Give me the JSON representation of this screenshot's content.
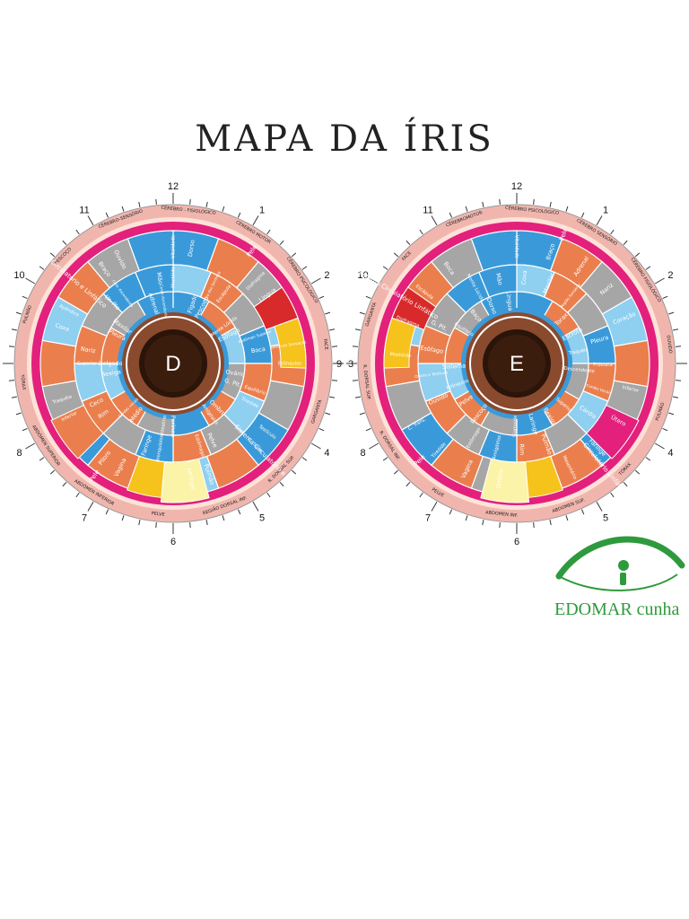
{
  "title": "MAPA DA ÍRIS",
  "colors": {
    "outer_ring": "#f0b6ae",
    "magenta": "#e3207c",
    "blue": "#3a9ad9",
    "light_blue": "#8fcff0",
    "orange": "#ea7f4d",
    "gray": "#a6a6a6",
    "brown": "#8a4a2e",
    "yellow": "#f6c21c",
    "pale_yellow": "#fbf3a8",
    "red": "#d82a2a",
    "green": "#2e9a3d"
  },
  "right_iris": {
    "center_letter": "D",
    "hours": [
      "12",
      "1",
      "2",
      "3",
      "4",
      "5",
      "6",
      "7",
      "8",
      "9",
      "10",
      "11"
    ],
    "outer_labels": [
      "CÉREBRO-SENSÓRIO",
      "CÉREBRO - FISIOLÓGICO",
      "CÉREBRO MOTOR",
      "CÉREBRO PSICOLÓGICO",
      "FACE",
      "GARGANTA",
      "R. DORSAL SUP.",
      "REGIÃO DORSAL INF.",
      "PELVE",
      "ABDÓMEN INFERIOR",
      "ABDÓMEN SUPERIOR",
      "TÓRAX",
      "PULMÃO",
      "PESCOÇO"
    ],
    "ring_labels": [
      "Sistema Circulatório e Linfático",
      "Sistema Circulatório e Linfático",
      "Pele",
      "Pele"
    ],
    "zone_labels": [
      "Vitalidade",
      "Area dos Sentidos",
      "Mente Lúcida",
      "Sensores Sensação",
      "Equilibrio",
      "Ombro",
      "Pulmão",
      "Bronquiolos",
      "Médio",
      "Inferior",
      "Superior",
      "Pleura",
      "Braço",
      "Mão",
      "Fígado",
      "Diafragma",
      "Abdômen Superior",
      "Ovário",
      "Testículo",
      "Pelve",
      "Perineo",
      "Vagina",
      "Rim",
      "Bexiga",
      "Coxa",
      "Ur. Plo",
      "Adrenal",
      "Dorso",
      "Escápula",
      "Esôfago",
      "Brônquios",
      "Tireóide",
      "Amígdalas",
      "Laringe",
      "Faringe",
      "Cordas vocais",
      "Traquéia",
      "Nariz",
      "Maxilar",
      "Ouvido",
      "Mastóide",
      "Pescoço",
      "Lingua",
      "Boca",
      "G. Pit.",
      "C. Trans.",
      "Estômago",
      "Intestino",
      "Piloro",
      "Ceco",
      "Delgado",
      "Apêndice",
      "Colo. Ascendente",
      "Colon Ascendente"
    ]
  },
  "left_iris": {
    "center_letter": "E",
    "hours": [
      "12",
      "1",
      "2",
      "3",
      "4",
      "5",
      "6",
      "7",
      "8",
      "9",
      "10",
      "11"
    ],
    "outer_labels": [
      "CÉREBROMOTOR",
      "CÉREBRO PSICOLÓGICO",
      "CÉREBRO SENSÓRIO",
      "CÉREBRO FISIOLÓGICO",
      "OUVIDO",
      "PULMÃO",
      "TÓRAX",
      "ABDOMEN SUP.",
      "ABDOMEN INF.",
      "PELVE",
      "R. DORSAL INF.",
      "R. DORSAL SUP.",
      "GARGANTA",
      "FACE"
    ],
    "ring_labels": [
      "Sistema Circulatório Linfático",
      "Circulatório Linfático",
      "Pele",
      "Pele"
    ],
    "zone_labels": [
      "Vitalidade",
      "Mente Lúcida",
      "Equilibrio",
      "Mastóide",
      "Ouvido",
      "Pescoço",
      "Ombro",
      "Pulmão",
      "Superior",
      "Inferior",
      "Pleura",
      "Torax",
      "Braço",
      "Mão",
      "Baço",
      "Diafragma",
      "Ovário e Testículo",
      "Pelve",
      "Vagina",
      "Rim",
      "Bexiga",
      "Útero",
      "Próstata",
      "Escroto",
      "Adrenal",
      "Coxa",
      "Dorso",
      "Escápula",
      "Esôfago",
      "Brônquios",
      "Tireóide",
      "Amígdalas",
      "Laringe",
      "Faringe",
      "Cordas Vocais",
      "Traquéia",
      "Nariz",
      "Maxilar",
      "Lingua",
      "Boca",
      "G. Pit.",
      "Sistema",
      "C. Trans.",
      "Estômago",
      "Sigmoide",
      "Mesentério",
      "Cárdia",
      "Descendente",
      "Coração",
      "Região Sensória"
    ]
  },
  "logo": {
    "brand": "EDOMAR",
    "surname": "cunha"
  }
}
